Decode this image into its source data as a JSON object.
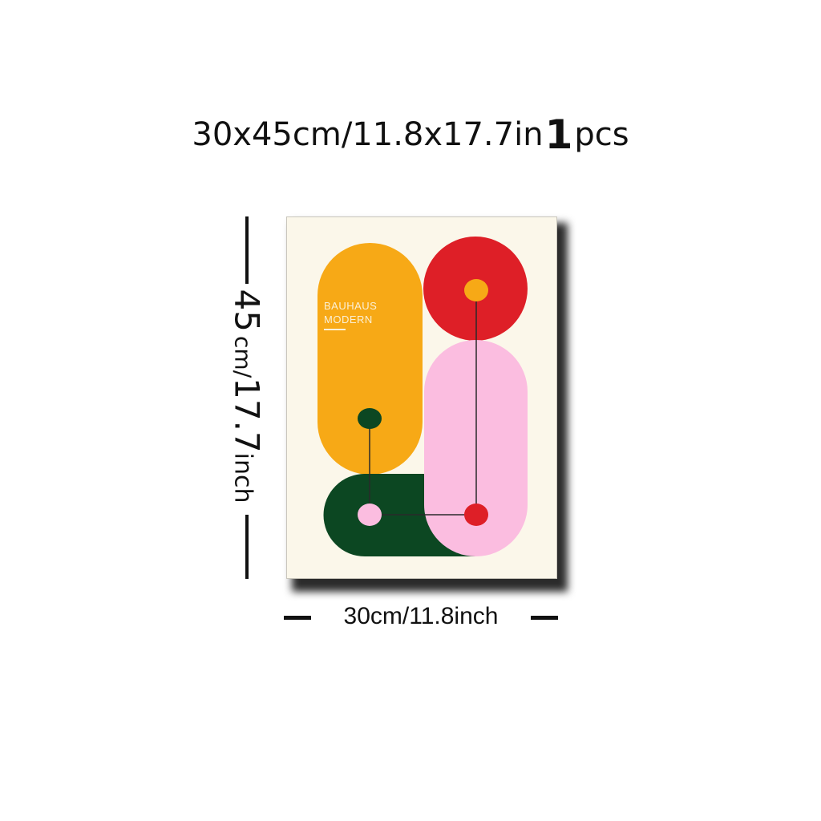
{
  "headline": {
    "size_text": "30x45cm/11.8x17.7in",
    "quantity": "1",
    "unit": "pcs"
  },
  "height_label": {
    "value": "45",
    "cm_unit": "cm/",
    "inch_value": "17.7",
    "inch_unit": "inch"
  },
  "width_label": "30cm/11.8inch",
  "poster": {
    "title_line1": "BAUHAUS",
    "title_line2": "MODERN",
    "colors": {
      "background": "#fbf7ea",
      "yellow": "#f7a916",
      "red": "#de1f27",
      "pink": "#fbbde0",
      "green": "#0c4722",
      "line": "#2a2a2a"
    }
  }
}
